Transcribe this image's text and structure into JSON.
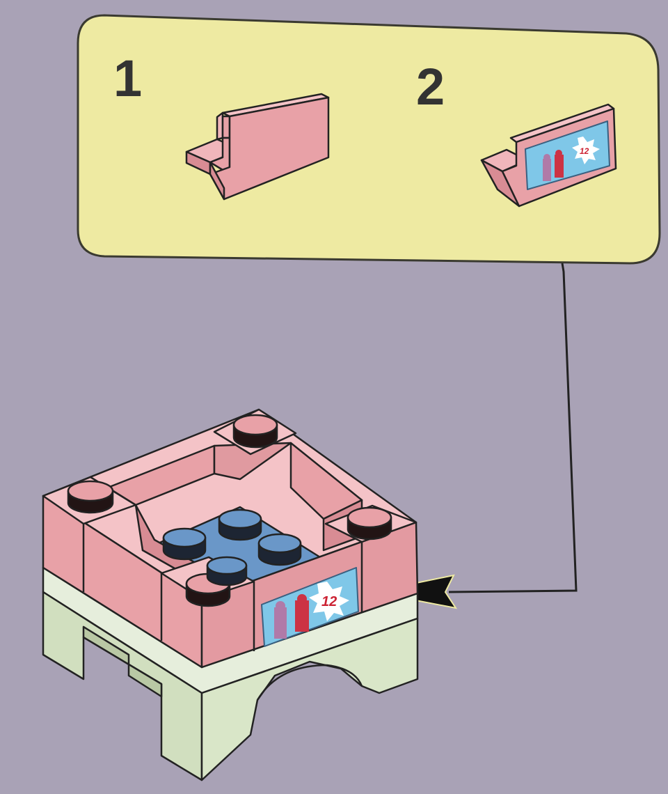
{
  "steps": [
    {
      "number": "1",
      "part": "pink-panel-plain"
    },
    {
      "number": "2",
      "part": "pink-panel-with-sticker"
    }
  ],
  "sticker": {
    "label": "12"
  },
  "colors": {
    "background": "#a9a2b6",
    "callout_box": "#eeeaa2",
    "brick_pink": "#e8a1a7",
    "brick_green": "#d9e6c8",
    "stud_blue": "#6a97c8",
    "sticker_blue": "#7fc7e8",
    "outline": "#222222"
  },
  "icons": [
    "arrow-pointer-icon",
    "brick-stud-icon"
  ]
}
